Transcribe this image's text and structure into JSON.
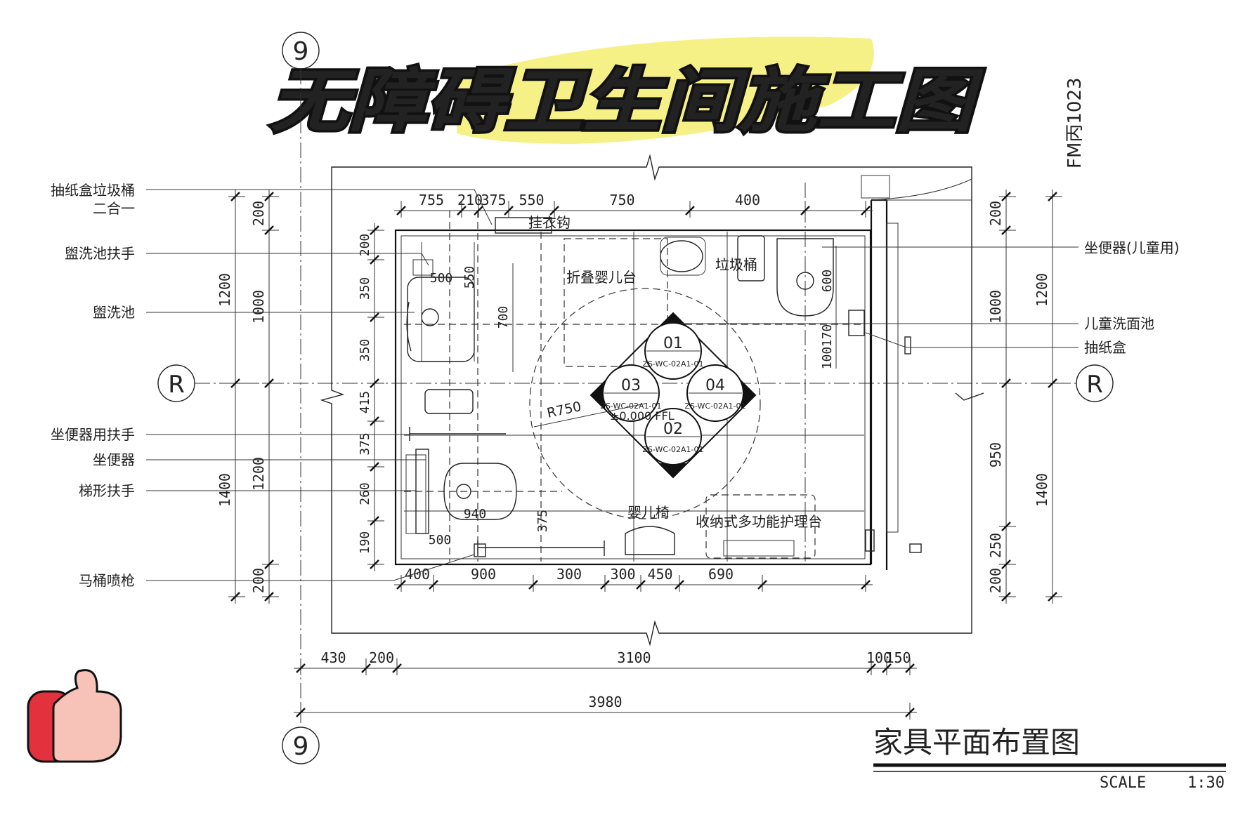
{
  "title": "无障碍卫生间施工图",
  "axis_marks": {
    "grid_9_top": "9",
    "grid_9_bottom": "9",
    "grid_r_left": "R",
    "grid_r_right": "R"
  },
  "door_code": "FM丙1023",
  "left_callouts": [
    {
      "line1": "抽纸盒垃圾桶",
      "line2": "二合一"
    },
    {
      "line1": "盥洗池扶手"
    },
    {
      "line1": "盥洗池"
    },
    {
      "line1": "坐便器用扶手"
    },
    {
      "line1": "坐便器"
    },
    {
      "line1": "梯形扶手"
    },
    {
      "line1": "马桶喷枪"
    }
  ],
  "right_callouts": [
    "坐便器(儿童用)",
    "儿童洗面池",
    "抽纸盒"
  ],
  "room_labels": {
    "hook": "挂衣钩",
    "changing_table": "折叠婴儿台",
    "trash_bin": "垃圾桶",
    "baby_chair": "婴儿椅",
    "care_table": "收纳式多功能护理台",
    "radius": "R750",
    "ffl": "±0.000 FFL"
  },
  "elevation_tags": [
    {
      "num": "01",
      "code": "ZS-WC-02A1-01"
    },
    {
      "num": "02",
      "code": "ZS-WC-02A1-01"
    },
    {
      "num": "03",
      "code": "ZS-WC-02A1-01"
    },
    {
      "num": "04",
      "code": "ZS-WC-02A1-01"
    }
  ],
  "dimensions": {
    "top_row": [
      "755",
      "210",
      "375",
      "550",
      "750",
      "400"
    ],
    "bottom_row": [
      "400",
      "900",
      "300",
      "300",
      "450",
      "690"
    ],
    "overall_row": [
      "430",
      "200",
      "3100",
      "100",
      "150"
    ],
    "total": "3980",
    "left_outer": [
      "1200",
      "1400"
    ],
    "left_mid": [
      "200",
      "1000",
      "1200",
      "200"
    ],
    "left_inner": [
      "200",
      "350",
      "350",
      "415",
      "375",
      "260",
      "190"
    ],
    "right_inner": [
      "200",
      "1000",
      "950",
      "250",
      "200"
    ],
    "right_outer": [
      "1200",
      "1400"
    ],
    "interior": [
      "500",
      "550",
      "700",
      "600",
      "170",
      "100",
      "940",
      "500",
      "375"
    ]
  },
  "sheet_title": "家具平面布置图",
  "scale_label": "SCALE",
  "scale_value": "1:30"
}
